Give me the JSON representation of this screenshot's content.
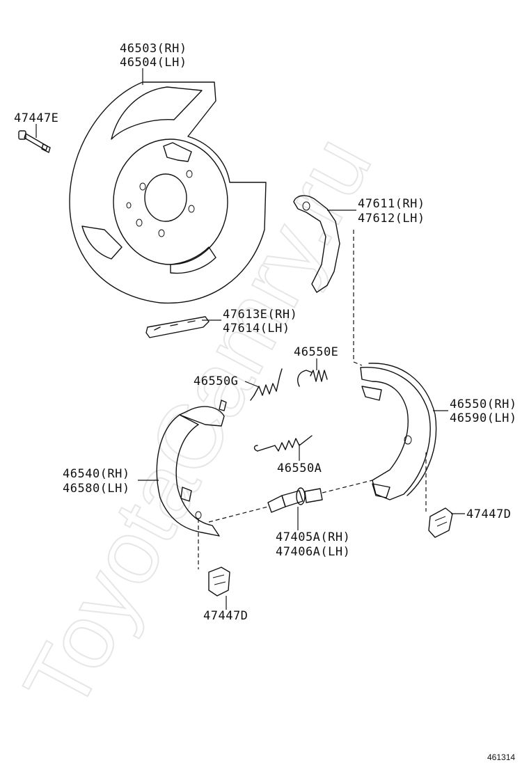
{
  "watermark": "ToyotaCamry.ru",
  "diagram_number": "461314",
  "labels": {
    "p46503": "46503(RH)",
    "p46504": "46504(LH)",
    "p47447E": "47447E",
    "p47611": "47611(RH)",
    "p47612": "47612(LH)",
    "p47613E": "47613E(RH)",
    "p47614": "47614(LH)",
    "p46550E": "46550E",
    "p46550G": "46550G",
    "p46550": "46550(RH)",
    "p46590": "46590(LH)",
    "p46540": "46540(RH)",
    "p46580": "46580(LH)",
    "p46550A": "46550A",
    "p47447D_right": "47447D",
    "p47405A": "47405A(RH)",
    "p47406A": "47406A(LH)",
    "p47447D_bottom": "47447D"
  }
}
